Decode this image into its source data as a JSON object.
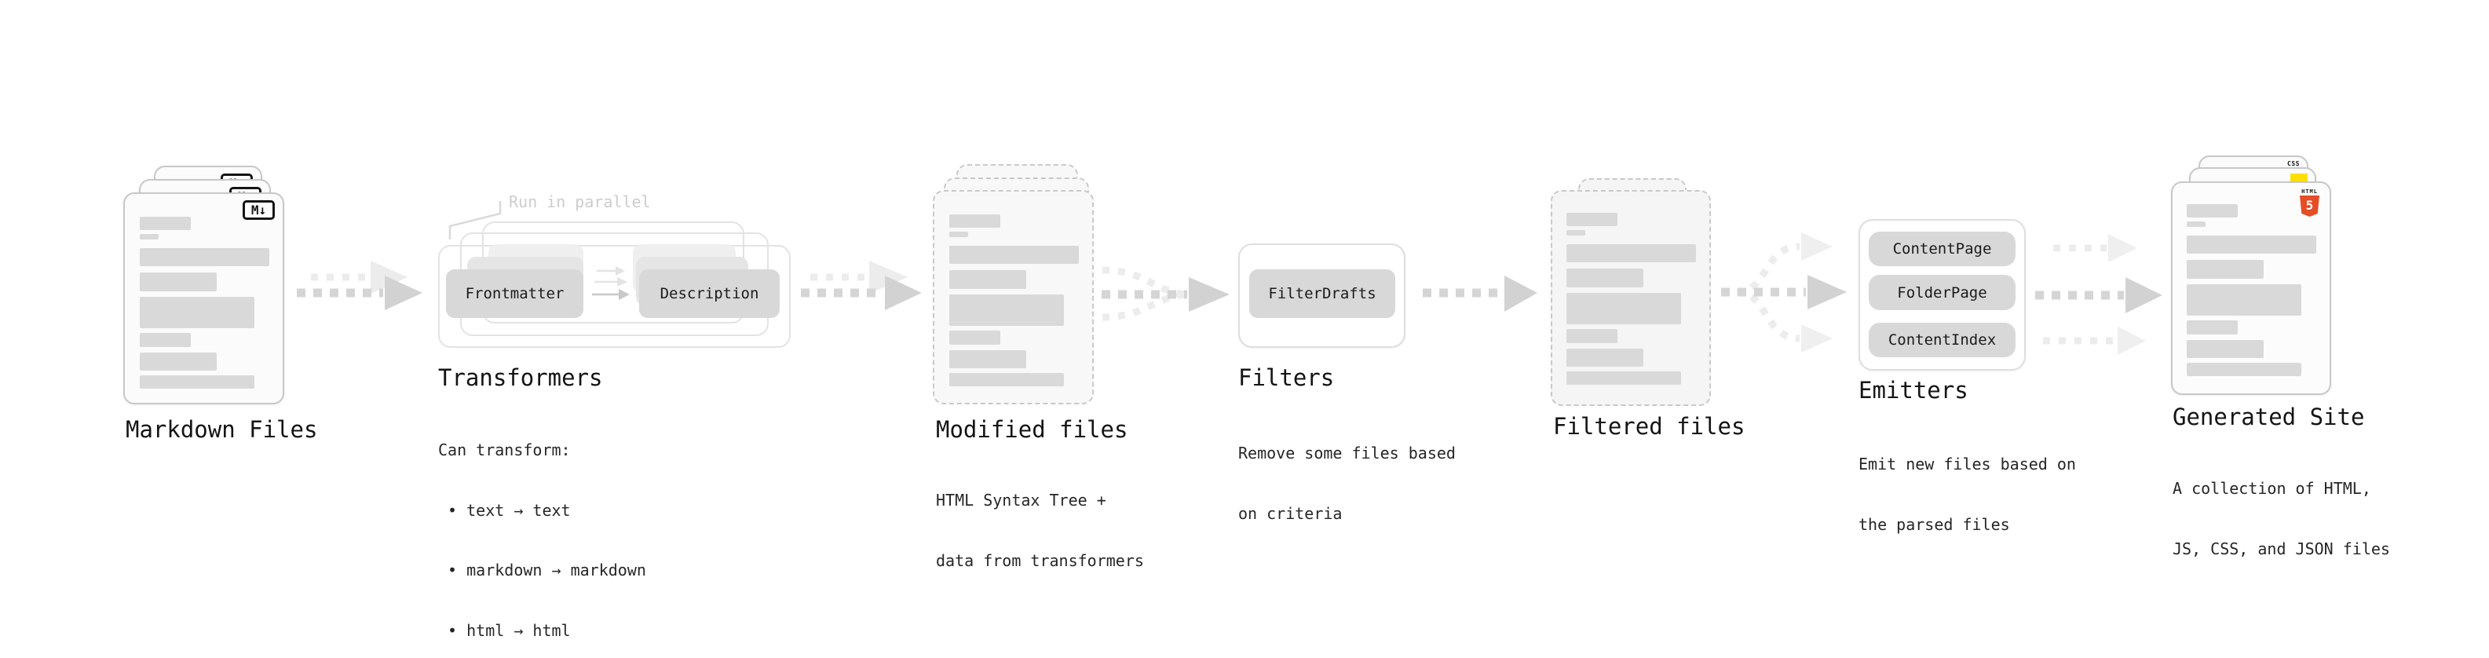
{
  "markdown_files": {
    "title": "Markdown Files",
    "badge": "M↓"
  },
  "transformers": {
    "title": "Transformers",
    "callout": "Run in parallel",
    "frontmatter": "Frontmatter",
    "description": "Description",
    "desc": [
      "Can transform:",
      " • text → text",
      " • markdown → markdown",
      " • html → html"
    ]
  },
  "modified_files": {
    "title": "Modified files",
    "desc": [
      "HTML Syntax Tree +",
      "data from transformers"
    ]
  },
  "filters": {
    "title": "Filters",
    "box": "FilterDrafts",
    "desc": [
      "Remove some files based",
      "on criteria"
    ]
  },
  "filtered_files": {
    "title": "Filtered files"
  },
  "emitters": {
    "title": "Emitters",
    "boxes": [
      "ContentPage",
      "FolderPage",
      "ContentIndex"
    ],
    "desc": [
      "Emit new files based on",
      "the parsed files"
    ]
  },
  "generated_site": {
    "title": "Generated Site",
    "html_label": "HTML",
    "html_digit": "5",
    "css_label": "CSS",
    "desc": [
      "A collection of HTML,",
      "JS, CSS, and JSON files"
    ]
  },
  "colors": {
    "html5_orange": "#e44d26",
    "js_yellow": "#ffdf00",
    "css_blue": "#2c6fea",
    "skeleton_bar": "#d9d9d9",
    "arrow_dark": "#d2d2d2",
    "arrow_light": "#ececec"
  }
}
